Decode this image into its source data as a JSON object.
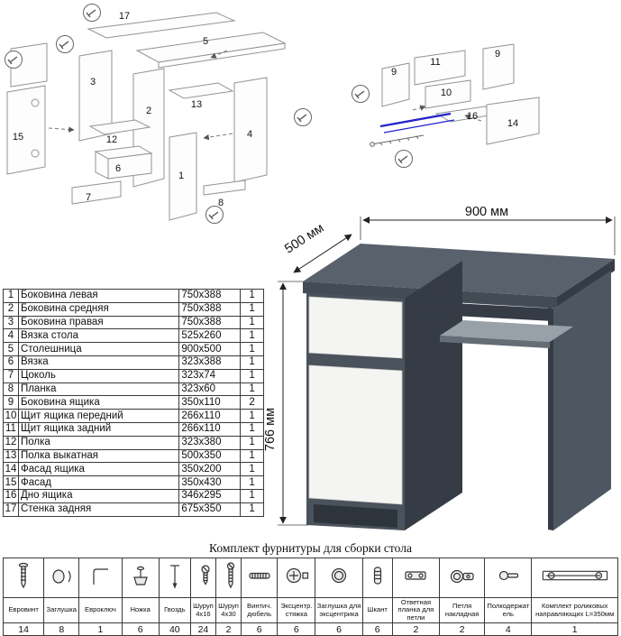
{
  "colors": {
    "desk_top": "#59626c",
    "desk_front": "#4a525c",
    "desk_side": "#353c45",
    "desk_edge": "#434b55",
    "desk_right_panel": "#4e5761",
    "front_white": "#f4f4f2",
    "plinth": "#2e343b",
    "shelf_top": "#98a0a8",
    "shelf_edge": "#646c75",
    "slide_highlight": "#2323cc"
  },
  "dimensions": {
    "width": "900 мм",
    "depth": "500 мм",
    "height": "766 мм"
  },
  "diagram_left": {
    "labels": [
      "17",
      "5",
      "3",
      "2",
      "13",
      "12",
      "6",
      "1",
      "7",
      "15",
      "4",
      "8"
    ]
  },
  "diagram_right": {
    "labels": [
      "11",
      "9",
      "9",
      "10",
      "16",
      "14"
    ]
  },
  "parts_table": {
    "rows": [
      {
        "num": "1",
        "name": "Боковина левая",
        "size": "750x388",
        "qty": "1"
      },
      {
        "num": "2",
        "name": "Боковина средняя",
        "size": "750x388",
        "qty": "1"
      },
      {
        "num": "3",
        "name": "Боковина правая",
        "size": "750x388",
        "qty": "1"
      },
      {
        "num": "4",
        "name": "Вязка стола",
        "size": "525x260",
        "qty": "1"
      },
      {
        "num": "5",
        "name": "Столешница",
        "size": "900x500",
        "qty": "1"
      },
      {
        "num": "6",
        "name": "Вязка",
        "size": "323x388",
        "qty": "1"
      },
      {
        "num": "7",
        "name": "Цоколь",
        "size": "323x74",
        "qty": "1"
      },
      {
        "num": "8",
        "name": "Планка",
        "size": "323x60",
        "qty": "1"
      },
      {
        "num": "9",
        "name": "Боковина ящика",
        "size": "350x110",
        "qty": "2"
      },
      {
        "num": "10",
        "name": "Щит ящика передний",
        "size": "266x110",
        "qty": "1"
      },
      {
        "num": "11",
        "name": "Щит ящика задний",
        "size": "266x110",
        "qty": "1"
      },
      {
        "num": "12",
        "name": "Полка",
        "size": "323x380",
        "qty": "1"
      },
      {
        "num": "13",
        "name": "Полка выкатная",
        "size": "500x350",
        "qty": "1"
      },
      {
        "num": "14",
        "name": "Фасад ящика",
        "size": "350x200",
        "qty": "1"
      },
      {
        "num": "15",
        "name": "Фасад",
        "size": "350x430",
        "qty": "1"
      },
      {
        "num": "16",
        "name": "Дно ящика",
        "size": "346x295",
        "qty": "1"
      },
      {
        "num": "17",
        "name": "Стенка задняя",
        "size": "675x350",
        "qty": "1"
      }
    ]
  },
  "hardware": {
    "title": "Комплект фурнитуры для сборки стола",
    "items": [
      {
        "name": "Евровинт",
        "qty": "14",
        "icon": "confirmat"
      },
      {
        "name": "Заглушка",
        "qty": "8",
        "icon": "cap"
      },
      {
        "name": "Евроключ",
        "qty": "1",
        "icon": "hexkey"
      },
      {
        "name": "Ножка",
        "qty": "6",
        "icon": "foot"
      },
      {
        "name": "Гвоздь",
        "qty": "40",
        "icon": "nail"
      },
      {
        "name": "Шуруп 4x16",
        "qty": "24",
        "icon": "screw-short"
      },
      {
        "name": "Шуруп 4x30",
        "qty": "2",
        "icon": "screw-long"
      },
      {
        "name": "Винтич. дюбель",
        "qty": "6",
        "icon": "dowel-screw"
      },
      {
        "name": "Эксцентр. стяжка",
        "qty": "6",
        "icon": "cam-lock"
      },
      {
        "name": "Заглушка для эксцентрика",
        "qty": "6",
        "icon": "cam-cap"
      },
      {
        "name": "Шкант",
        "qty": "6",
        "icon": "dowel"
      },
      {
        "name": "Ответная планка для петли",
        "qty": "2",
        "icon": "hinge-plate"
      },
      {
        "name": "Петля накладная",
        "qty": "2",
        "icon": "hinge"
      },
      {
        "name": "Полкодержатель",
        "qty": "4",
        "icon": "shelf-pin"
      },
      {
        "name": "Комплект роликовых направляющих L=350мм",
        "qty": "1",
        "icon": "drawer-slide"
      }
    ]
  }
}
